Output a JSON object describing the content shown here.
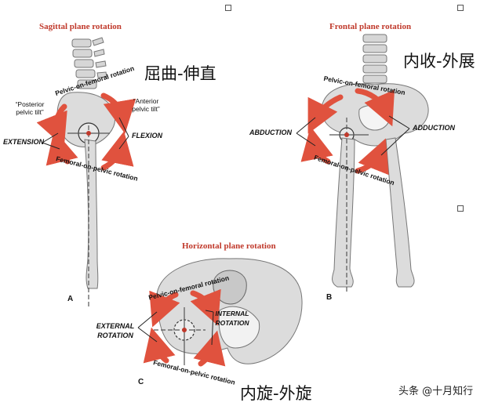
{
  "panel_a": {
    "title": "Sagittal plane rotation",
    "chinese_caption": "屈曲-伸直",
    "posterior_tilt": "“Posterior pelvic tilt”",
    "anterior_tilt": "“Anterior pelvic tilt”",
    "extension": "EXTENSION",
    "flexion": "FLEXION",
    "pelvic_on_femoral": "Pelvic-on-femoral rotation",
    "femoral_on_pelvic": "Femoral-on-pelvic rotation",
    "letter": "A"
  },
  "panel_b": {
    "title": "Frontal plane rotation",
    "chinese_caption": "内收-外展",
    "abduction": "ABDUCTION",
    "adduction": "ADDUCTION",
    "pelvic_on_femoral": "Pelvic-on-femoral rotation",
    "femoral_on_pelvic": "Femoral-on-pelvic rotation",
    "letter": "B"
  },
  "panel_c": {
    "title": "Horizontal plane rotation",
    "chinese_caption": "内旋-外旋",
    "external_rotation": "EXTERNAL ROTATION",
    "internal_rotation": "INTERNAL ROTATION",
    "pelvic_on_femoral": "Pelvic-on-femoral rotation",
    "femoral_on_pelvic": "Femoral-on-pelvic rotation",
    "letter": "C"
  },
  "watermark": "头条 @十月知行",
  "colors": {
    "arrow": "#e0523e",
    "title": "#c0392b",
    "bone": "#cfcfcf",
    "bone_dark": "#8a8a8a"
  }
}
